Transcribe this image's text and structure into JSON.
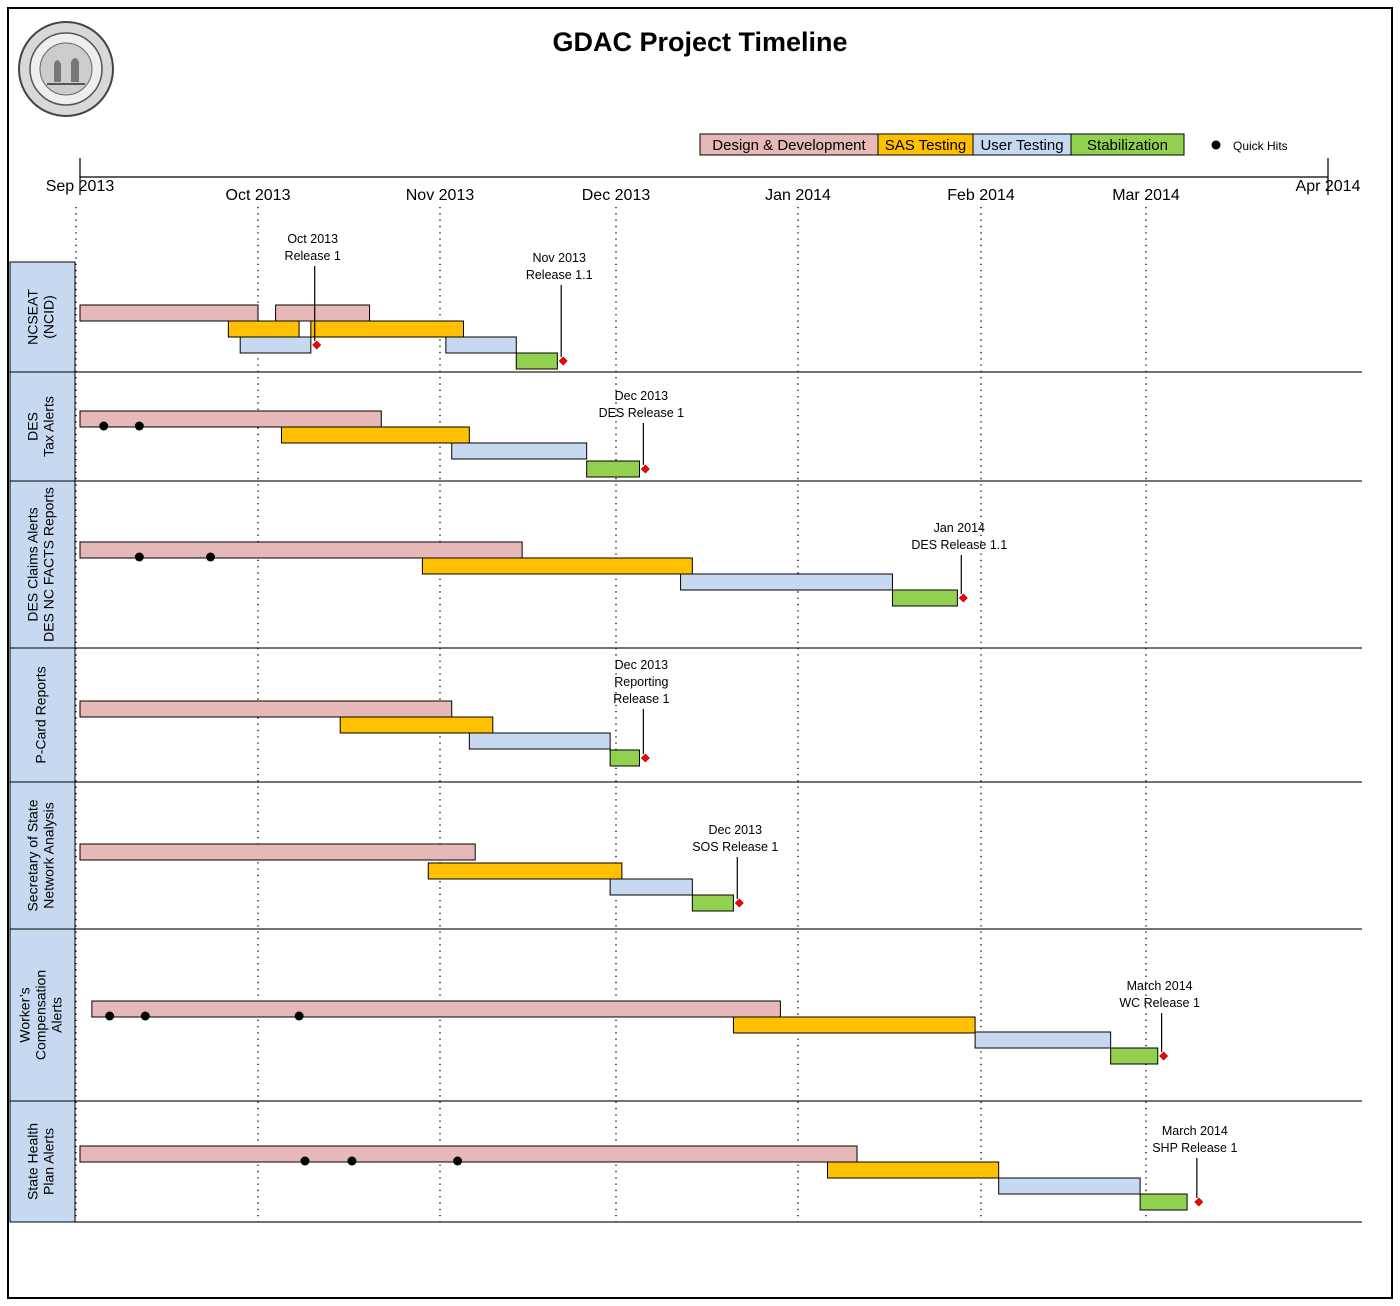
{
  "page": {
    "title": "GDAC Project Timeline"
  },
  "colors": {
    "design": "#E6B9B8",
    "sas": "#FFC000",
    "user": "#C6D9F1",
    "stab": "#92D050",
    "lane_label_bg": "#C6D9F1",
    "milestone": "#FF0000"
  },
  "legend": {
    "items": [
      {
        "key": "design",
        "label": "Design & Development"
      },
      {
        "key": "sas",
        "label": "SAS Testing"
      },
      {
        "key": "user",
        "label": "User Testing"
      },
      {
        "key": "stab",
        "label": "Stabilization"
      }
    ],
    "quick_hits_label": "Quick Hits"
  },
  "chart_data": {
    "type": "gantt",
    "title": "GDAC Project Timeline",
    "time_axis": {
      "start": "2013-09-01",
      "end": "2014-04-01",
      "ticks": [
        {
          "date": "2013-09-01",
          "label": "Sep 2013"
        },
        {
          "date": "2013-10-01",
          "label": "Oct 2013"
        },
        {
          "date": "2013-11-01",
          "label": "Nov 2013"
        },
        {
          "date": "2013-12-01",
          "label": "Dec 2013"
        },
        {
          "date": "2014-01-01",
          "label": "Jan 2014"
        },
        {
          "date": "2014-02-01",
          "label": "Feb 2014"
        },
        {
          "date": "2014-03-01",
          "label": "Mar 2014"
        },
        {
          "date": "2014-04-01",
          "label": "Apr 2014"
        }
      ],
      "gridlines": [
        "2013-10-01",
        "2013-11-01",
        "2013-12-01",
        "2014-01-01",
        "2014-02-01",
        "2014-03-01"
      ]
    },
    "lanes": [
      {
        "name": "NCSEAT (NCID)",
        "label_lines": [
          "NCSEAT",
          "(NCID)"
        ],
        "tasks": [
          {
            "phase": "design",
            "start": "2013-09-01",
            "end": "2013-10-01"
          },
          {
            "phase": "design",
            "start": "2013-10-04",
            "end": "2013-10-20"
          },
          {
            "phase": "sas",
            "start": "2013-09-26",
            "end": "2013-10-08"
          },
          {
            "phase": "sas",
            "start": "2013-10-10",
            "end": "2013-11-05"
          },
          {
            "phase": "user",
            "start": "2013-09-28",
            "end": "2013-10-10"
          },
          {
            "phase": "user",
            "start": "2013-11-02",
            "end": "2013-11-14"
          },
          {
            "phase": "stab",
            "start": "2013-11-14",
            "end": "2013-11-21"
          }
        ],
        "quick_hits": [],
        "milestones": [
          {
            "date": "2013-10-11",
            "label_lines": [
              "Oct 2013",
              "Release 1"
            ]
          },
          {
            "date": "2013-11-22",
            "label_lines": [
              "Nov 2013",
              "Release 1.1"
            ]
          }
        ]
      },
      {
        "name": "DES Tax Alerts",
        "label_lines": [
          "DES",
          "Tax Alerts"
        ],
        "tasks": [
          {
            "phase": "design",
            "start": "2013-09-01",
            "end": "2013-10-22"
          },
          {
            "phase": "sas",
            "start": "2013-10-05",
            "end": "2013-11-06"
          },
          {
            "phase": "user",
            "start": "2013-11-03",
            "end": "2013-11-26"
          },
          {
            "phase": "stab",
            "start": "2013-11-26",
            "end": "2013-12-05"
          }
        ],
        "quick_hits": [
          "2013-09-05",
          "2013-09-11"
        ],
        "milestones": [
          {
            "date": "2013-12-06",
            "label_lines": [
              "Dec 2013",
              "DES Release 1"
            ]
          }
        ]
      },
      {
        "name": "DES Claims Alerts / DES NC FACTS Reports",
        "label_lines": [
          "DES Claims Alerts",
          "DES NC FACTS Reports"
        ],
        "tasks": [
          {
            "phase": "design",
            "start": "2013-09-01",
            "end": "2013-11-15"
          },
          {
            "phase": "sas",
            "start": "2013-10-29",
            "end": "2013-12-14"
          },
          {
            "phase": "user",
            "start": "2013-12-12",
            "end": "2014-01-17"
          },
          {
            "phase": "stab",
            "start": "2014-01-17",
            "end": "2014-01-28"
          }
        ],
        "quick_hits": [
          "2013-09-11",
          "2013-09-23"
        ],
        "milestones": [
          {
            "date": "2014-01-29",
            "label_lines": [
              "Jan 2014",
              "DES Release 1.1"
            ]
          }
        ]
      },
      {
        "name": "P-Card Reports",
        "label_lines": [
          "P-Card Reports"
        ],
        "tasks": [
          {
            "phase": "design",
            "start": "2013-09-01",
            "end": "2013-11-03"
          },
          {
            "phase": "sas",
            "start": "2013-10-15",
            "end": "2013-11-10"
          },
          {
            "phase": "user",
            "start": "2013-11-06",
            "end": "2013-11-30"
          },
          {
            "phase": "stab",
            "start": "2013-11-30",
            "end": "2013-12-05"
          }
        ],
        "quick_hits": [],
        "milestones": [
          {
            "date": "2013-12-06",
            "label_lines": [
              "Dec 2013",
              "Reporting",
              "Release 1"
            ]
          }
        ]
      },
      {
        "name": "Secretary of State Network Analysis",
        "label_lines": [
          "Secretary of State",
          "Network Analysis"
        ],
        "tasks": [
          {
            "phase": "design",
            "start": "2013-09-01",
            "end": "2013-11-07"
          },
          {
            "phase": "sas",
            "start": "2013-10-30",
            "end": "2013-12-02"
          },
          {
            "phase": "user",
            "start": "2013-11-30",
            "end": "2013-12-14"
          },
          {
            "phase": "stab",
            "start": "2013-12-14",
            "end": "2013-12-21"
          }
        ],
        "quick_hits": [],
        "milestones": [
          {
            "date": "2013-12-22",
            "label_lines": [
              "Dec 2013",
              "SOS Release 1"
            ]
          }
        ]
      },
      {
        "name": "Worker's Compensation Alerts",
        "label_lines": [
          "Worker’s",
          "Compensation",
          "Alerts"
        ],
        "tasks": [
          {
            "phase": "design",
            "start": "2013-09-03",
            "end": "2013-12-29"
          },
          {
            "phase": "sas",
            "start": "2013-12-21",
            "end": "2014-01-31"
          },
          {
            "phase": "user",
            "start": "2014-01-31",
            "end": "2014-02-23"
          },
          {
            "phase": "stab",
            "start": "2014-02-23",
            "end": "2014-03-03"
          }
        ],
        "quick_hits": [
          "2013-09-06",
          "2013-09-12",
          "2013-10-08"
        ],
        "milestones": [
          {
            "date": "2014-03-04",
            "label_lines": [
              "March 2014",
              "WC Release 1"
            ]
          }
        ]
      },
      {
        "name": "State Health Plan Alerts",
        "label_lines": [
          "State Health",
          "Plan Alerts"
        ],
        "tasks": [
          {
            "phase": "design",
            "start": "2013-09-01",
            "end": "2014-01-11"
          },
          {
            "phase": "sas",
            "start": "2014-01-06",
            "end": "2014-02-04"
          },
          {
            "phase": "user",
            "start": "2014-02-04",
            "end": "2014-02-28"
          },
          {
            "phase": "stab",
            "start": "2014-02-28",
            "end": "2014-03-08"
          }
        ],
        "quick_hits": [
          "2013-10-09",
          "2013-10-17",
          "2013-11-04"
        ],
        "milestones": [
          {
            "date": "2014-03-10",
            "label_lines": [
              "March 2014",
              "SHP Release 1"
            ]
          }
        ]
      }
    ]
  }
}
